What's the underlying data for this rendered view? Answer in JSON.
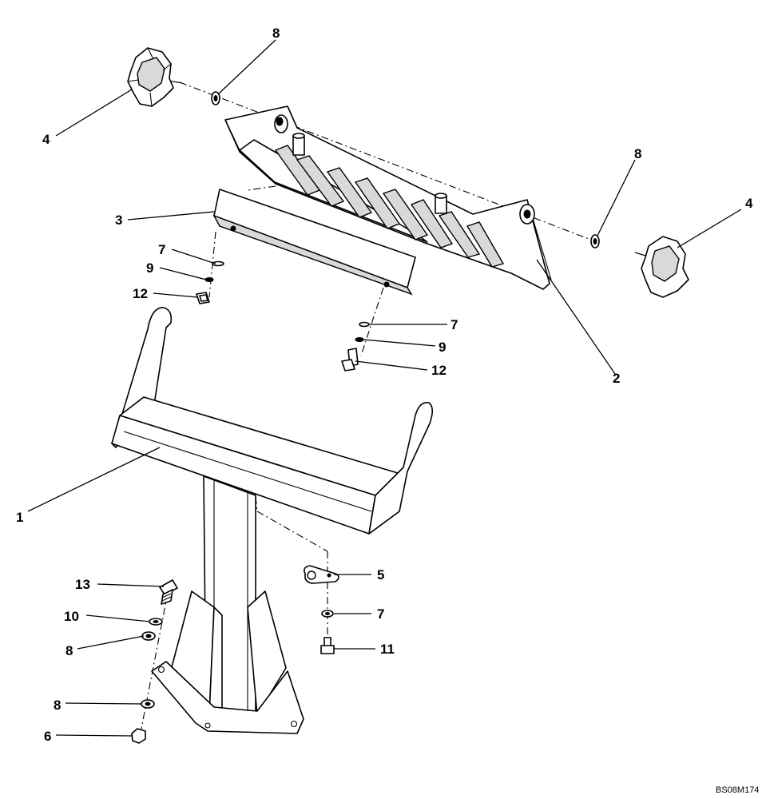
{
  "figure_code": "BS08M174",
  "callouts": {
    "knob_left": "4",
    "washer_top_left": "8",
    "washer_top_right": "8",
    "knob_right": "4",
    "bracket_angle": "3",
    "tray": "2",
    "washer_left_7": "7",
    "lockwasher_left_9": "9",
    "bolt_left_12": "12",
    "washer_right_7": "7",
    "lockwasher_right_9": "9",
    "bolt_right_12": "12",
    "support_frame": "1",
    "clamp": "5",
    "washer_clamp_7": "7",
    "bolt_clamp_11": "11",
    "bolt_base_13": "13",
    "lockwasher_base_10": "10",
    "washer_base_8_upper": "8",
    "washer_base_8_lower": "8",
    "nut_base_6": "6"
  }
}
